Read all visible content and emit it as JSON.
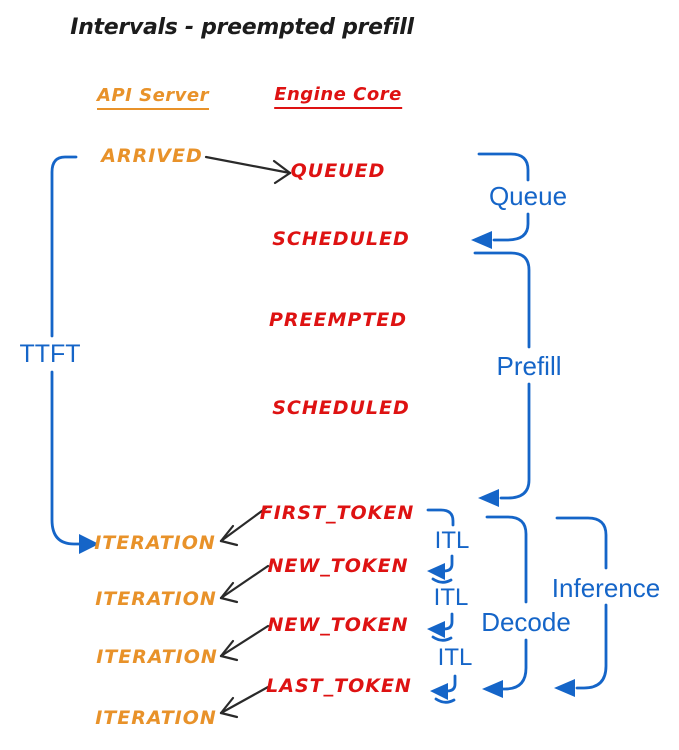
{
  "title": "Intervals - preempted prefill",
  "colors": {
    "api_server_orange": "#E8922A",
    "engine_core_red": "#DE1212",
    "interval_blue": "#1565C8",
    "arrow_black": "#2a2a2a"
  },
  "columns": {
    "api_server": {
      "label": "API Server"
    },
    "engine_core": {
      "label": "Engine Core"
    }
  },
  "api_events": [
    {
      "label": "ARRIVED"
    },
    {
      "label": "ITERATION"
    },
    {
      "label": "ITERATION"
    },
    {
      "label": "ITERATION"
    },
    {
      "label": "ITERATION"
    }
  ],
  "engine_events": [
    {
      "label": "QUEUED"
    },
    {
      "label": "SCHEDULED"
    },
    {
      "label": "PREEMPTED"
    },
    {
      "label": "SCHEDULED"
    },
    {
      "label": "FIRST_TOKEN"
    },
    {
      "label": "NEW_TOKEN"
    },
    {
      "label": "NEW_TOKEN"
    },
    {
      "label": "LAST_TOKEN"
    }
  ],
  "intervals": {
    "ttft": {
      "label": "TTFT"
    },
    "queue": {
      "label": "Queue"
    },
    "prefill": {
      "label": "Prefill"
    },
    "itl_1": {
      "label": "ITL"
    },
    "itl_2": {
      "label": "ITL"
    },
    "itl_3": {
      "label": "ITL"
    },
    "decode": {
      "label": "Decode"
    },
    "inference": {
      "label": "Inference"
    }
  }
}
